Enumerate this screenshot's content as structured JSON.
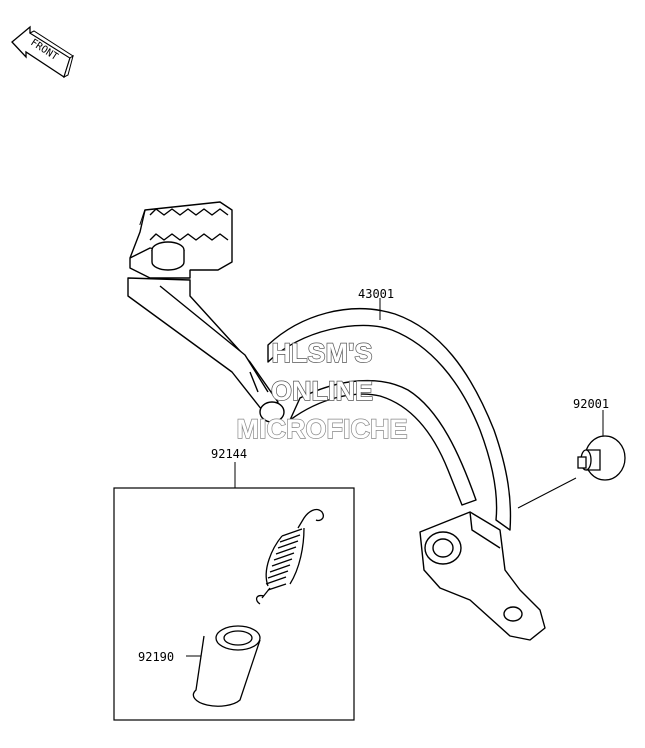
{
  "front_arrow": {
    "label": "FRONT"
  },
  "parts": {
    "brake_pedal": {
      "number": "43001"
    },
    "bolt": {
      "number": "92001"
    },
    "spring_set": {
      "number": "92144"
    },
    "collar": {
      "number": "92190"
    }
  },
  "watermark": {
    "line1": "HLSM'S",
    "line2": "ONLINE",
    "line3": "MICROFICHE"
  }
}
